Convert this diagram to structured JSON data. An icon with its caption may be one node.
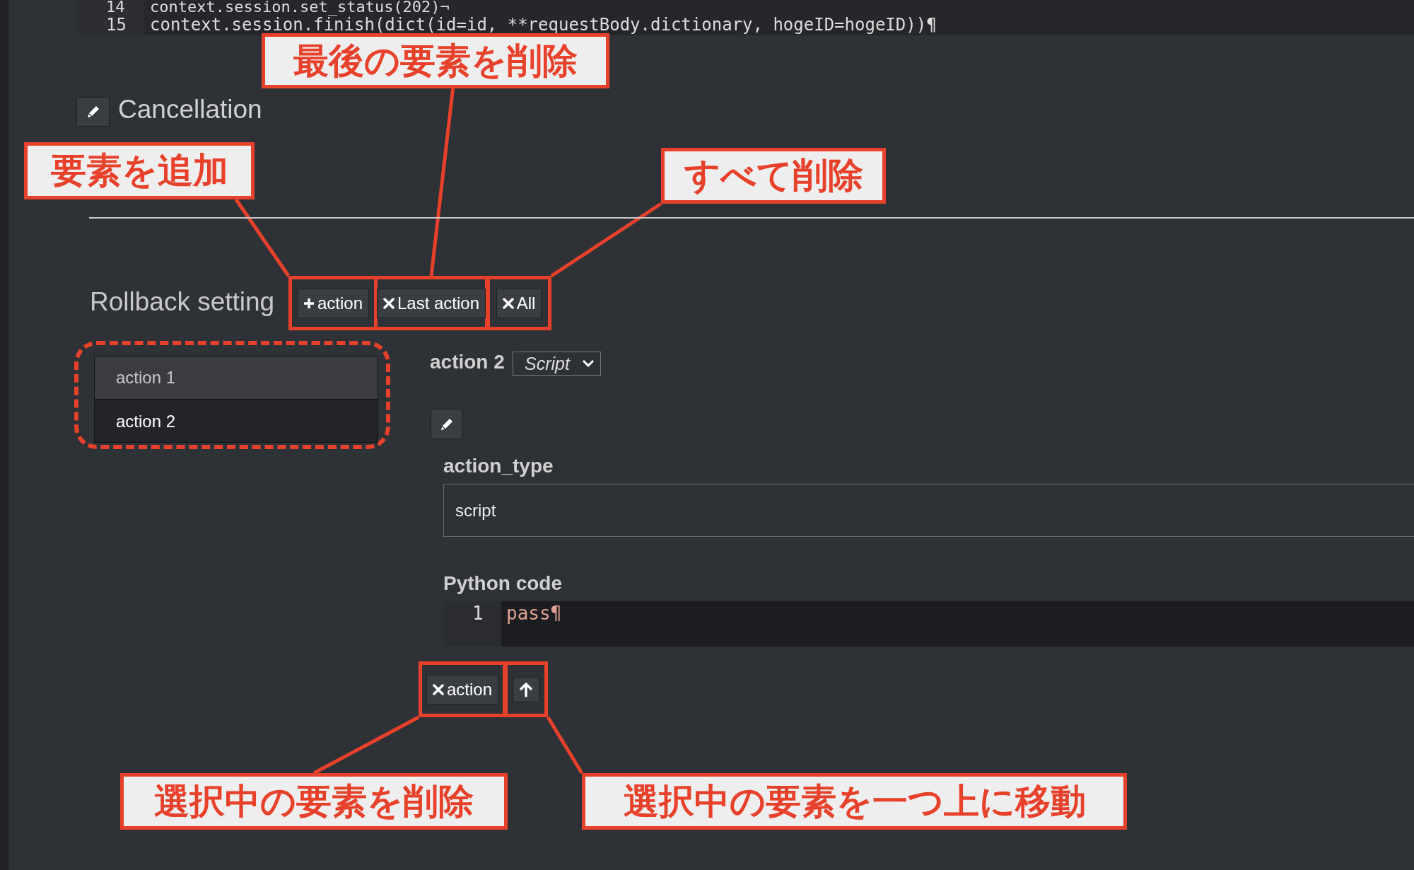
{
  "diagram": {
    "nodes": [
      {
        "text": [
          "最後の要素を削除"
        ]
      },
      {
        "text": [
          "要素を追加"
        ]
      },
      {
        "text": [
          "すべて削除"
        ]
      },
      {
        "text": [
          "action"
        ]
      },
      {
        "text": [
          "Last action"
        ]
      },
      {
        "text": [
          "All"
        ]
      },
      {
        "text": [],
        "shape": "box"
      },
      {
        "text": [
          "action 1"
        ],
        "in": 6
      },
      {
        "text": [
          "action 2"
        ],
        "in": 6
      },
      {
        "text": [
          "action"
        ]
      },
      {
        "text": [],
        "shape": "box"
      },
      {
        "text": [
          "選択中の要素を削除"
        ]
      },
      {
        "text": [
          "選択中の要素を一つ上に移動"
        ]
      },
      {
        "text": [
          "Script"
        ]
      },
      {
        "text": [
          "script"
        ],
        "beside": [
          "action_type"
        ]
      }
    ],
    "edges": [
      {
        "from": 1,
        "to": 3,
        "arrow": "none"
      },
      {
        "from": 0,
        "to": 4,
        "arrow": "none"
      },
      {
        "from": 2,
        "to": 5,
        "arrow": "none"
      },
      {
        "from": 11,
        "to": 9,
        "arrow": "none"
      },
      {
        "from": 12,
        "to": 10,
        "arrow": "none"
      }
    ],
    "labels": [
      "14",
      "context.session.set_status(202)¬",
      "15",
      "context.session.finish(dict(id=id, **requestBody.dictionary, hogeID=hogeID))¶",
      "Cancellation",
      "Rollback setting",
      "action 2",
      "Python code",
      "1",
      "pass¶"
    ]
  }
}
